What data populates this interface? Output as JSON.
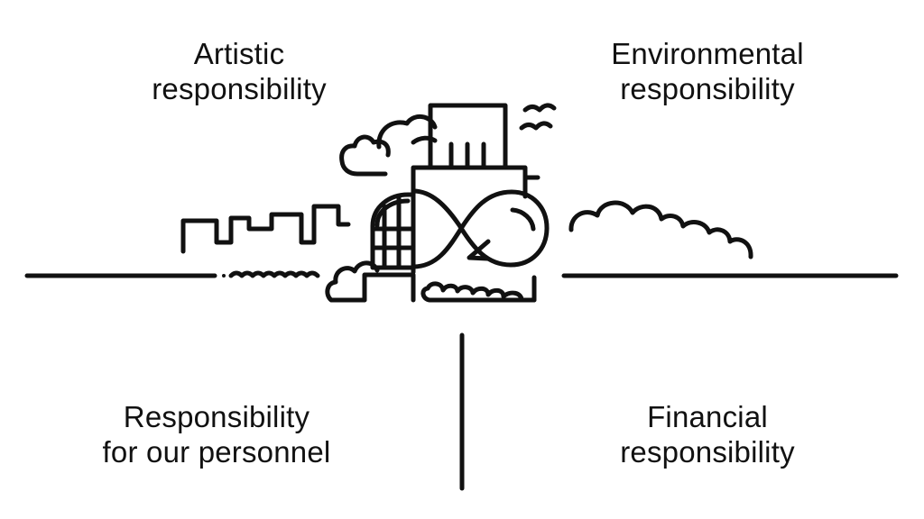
{
  "quadrants": {
    "top_left": {
      "line1": "Artistic",
      "line2": "responsibility"
    },
    "top_right": {
      "line1": "Environmental",
      "line2": "responsibility"
    },
    "bottom_left": {
      "line1": "Responsibility",
      "line2": "for our personnel"
    },
    "bottom_right": {
      "line1": "Financial",
      "line2": "responsibility"
    }
  },
  "colors": {
    "ink": "#111111",
    "background": "#ffffff"
  }
}
